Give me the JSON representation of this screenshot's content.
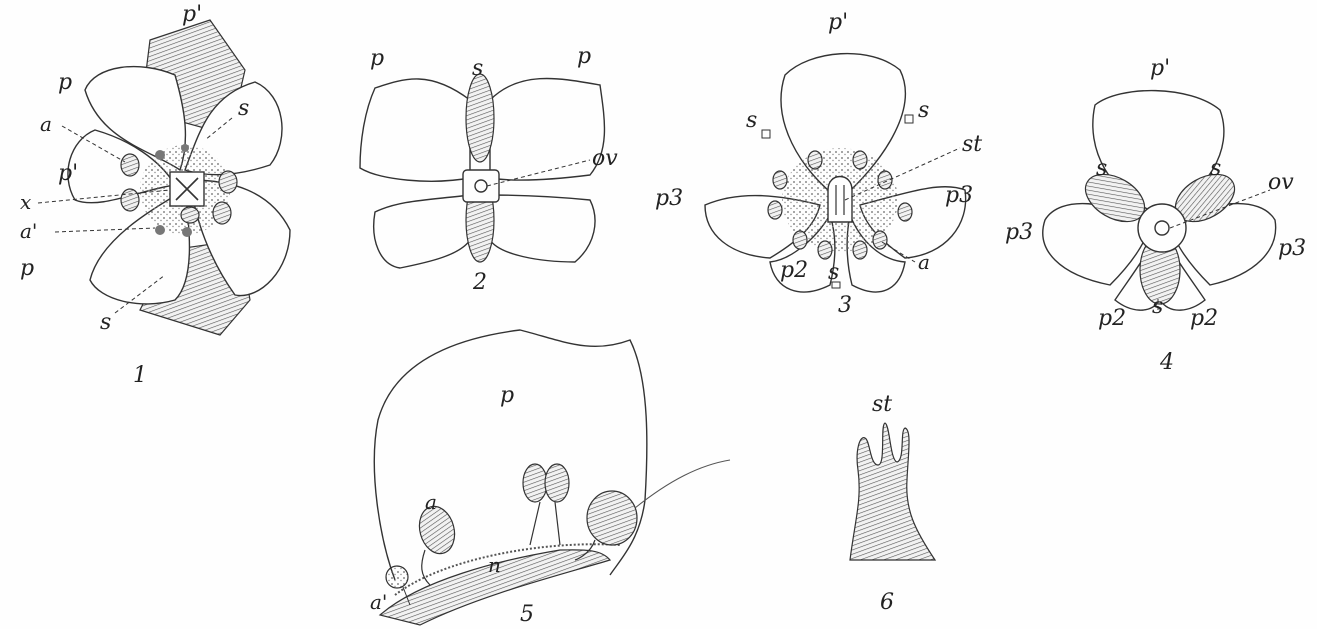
{
  "figures": [
    {
      "number": "1",
      "labels": [
        "p'",
        "s",
        "p",
        "a",
        "p'",
        "x",
        "a'",
        "p",
        "s"
      ]
    },
    {
      "number": "2",
      "labels": [
        "p",
        "s",
        "p",
        "ov"
      ]
    },
    {
      "number": "3",
      "labels": [
        "p'",
        "s",
        "s",
        "st",
        "p3",
        "p3",
        "p2",
        "s",
        "a"
      ]
    },
    {
      "number": "4",
      "labels": [
        "p'",
        "s",
        "s",
        "ov",
        "p3",
        "p3",
        "p2",
        "s",
        "p2"
      ]
    },
    {
      "number": "5",
      "labels": [
        "p",
        "a",
        "n",
        "a'"
      ]
    },
    {
      "number": "6",
      "labels": [
        "st"
      ]
    }
  ]
}
